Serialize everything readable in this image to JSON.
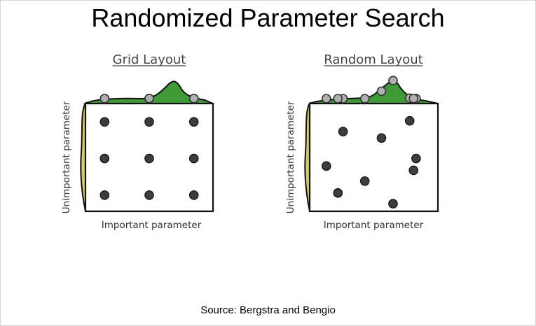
{
  "slide": {
    "title": "Randomized Parameter Search",
    "source": "Source: Bergstra and Bengio"
  },
  "colors": {
    "important_distribution": "#3e9b36",
    "unimportant_distribution": "#d4cd67",
    "point": "#3d3d3d",
    "marginal_marker": "#b0b0b0"
  },
  "panels": [
    {
      "id": "grid",
      "title": "Grid Layout",
      "x_label": "Important parameter",
      "y_label": "Unimportant parameter",
      "points": [
        {
          "x": 0.15,
          "y": 0.83
        },
        {
          "x": 0.5,
          "y": 0.83
        },
        {
          "x": 0.85,
          "y": 0.83
        },
        {
          "x": 0.15,
          "y": 0.49
        },
        {
          "x": 0.5,
          "y": 0.49
        },
        {
          "x": 0.85,
          "y": 0.49
        },
        {
          "x": 0.15,
          "y": 0.15
        },
        {
          "x": 0.5,
          "y": 0.15
        },
        {
          "x": 0.85,
          "y": 0.15
        }
      ]
    },
    {
      "id": "random",
      "title": "Random Layout",
      "x_label": "Important parameter",
      "y_label": "Unimportant parameter",
      "points": [
        {
          "x": 0.26,
          "y": 0.74
        },
        {
          "x": 0.56,
          "y": 0.68
        },
        {
          "x": 0.78,
          "y": 0.84
        },
        {
          "x": 0.13,
          "y": 0.42
        },
        {
          "x": 0.83,
          "y": 0.49
        },
        {
          "x": 0.81,
          "y": 0.38
        },
        {
          "x": 0.43,
          "y": 0.28
        },
        {
          "x": 0.22,
          "y": 0.17
        },
        {
          "x": 0.65,
          "y": 0.07
        }
      ]
    }
  ]
}
